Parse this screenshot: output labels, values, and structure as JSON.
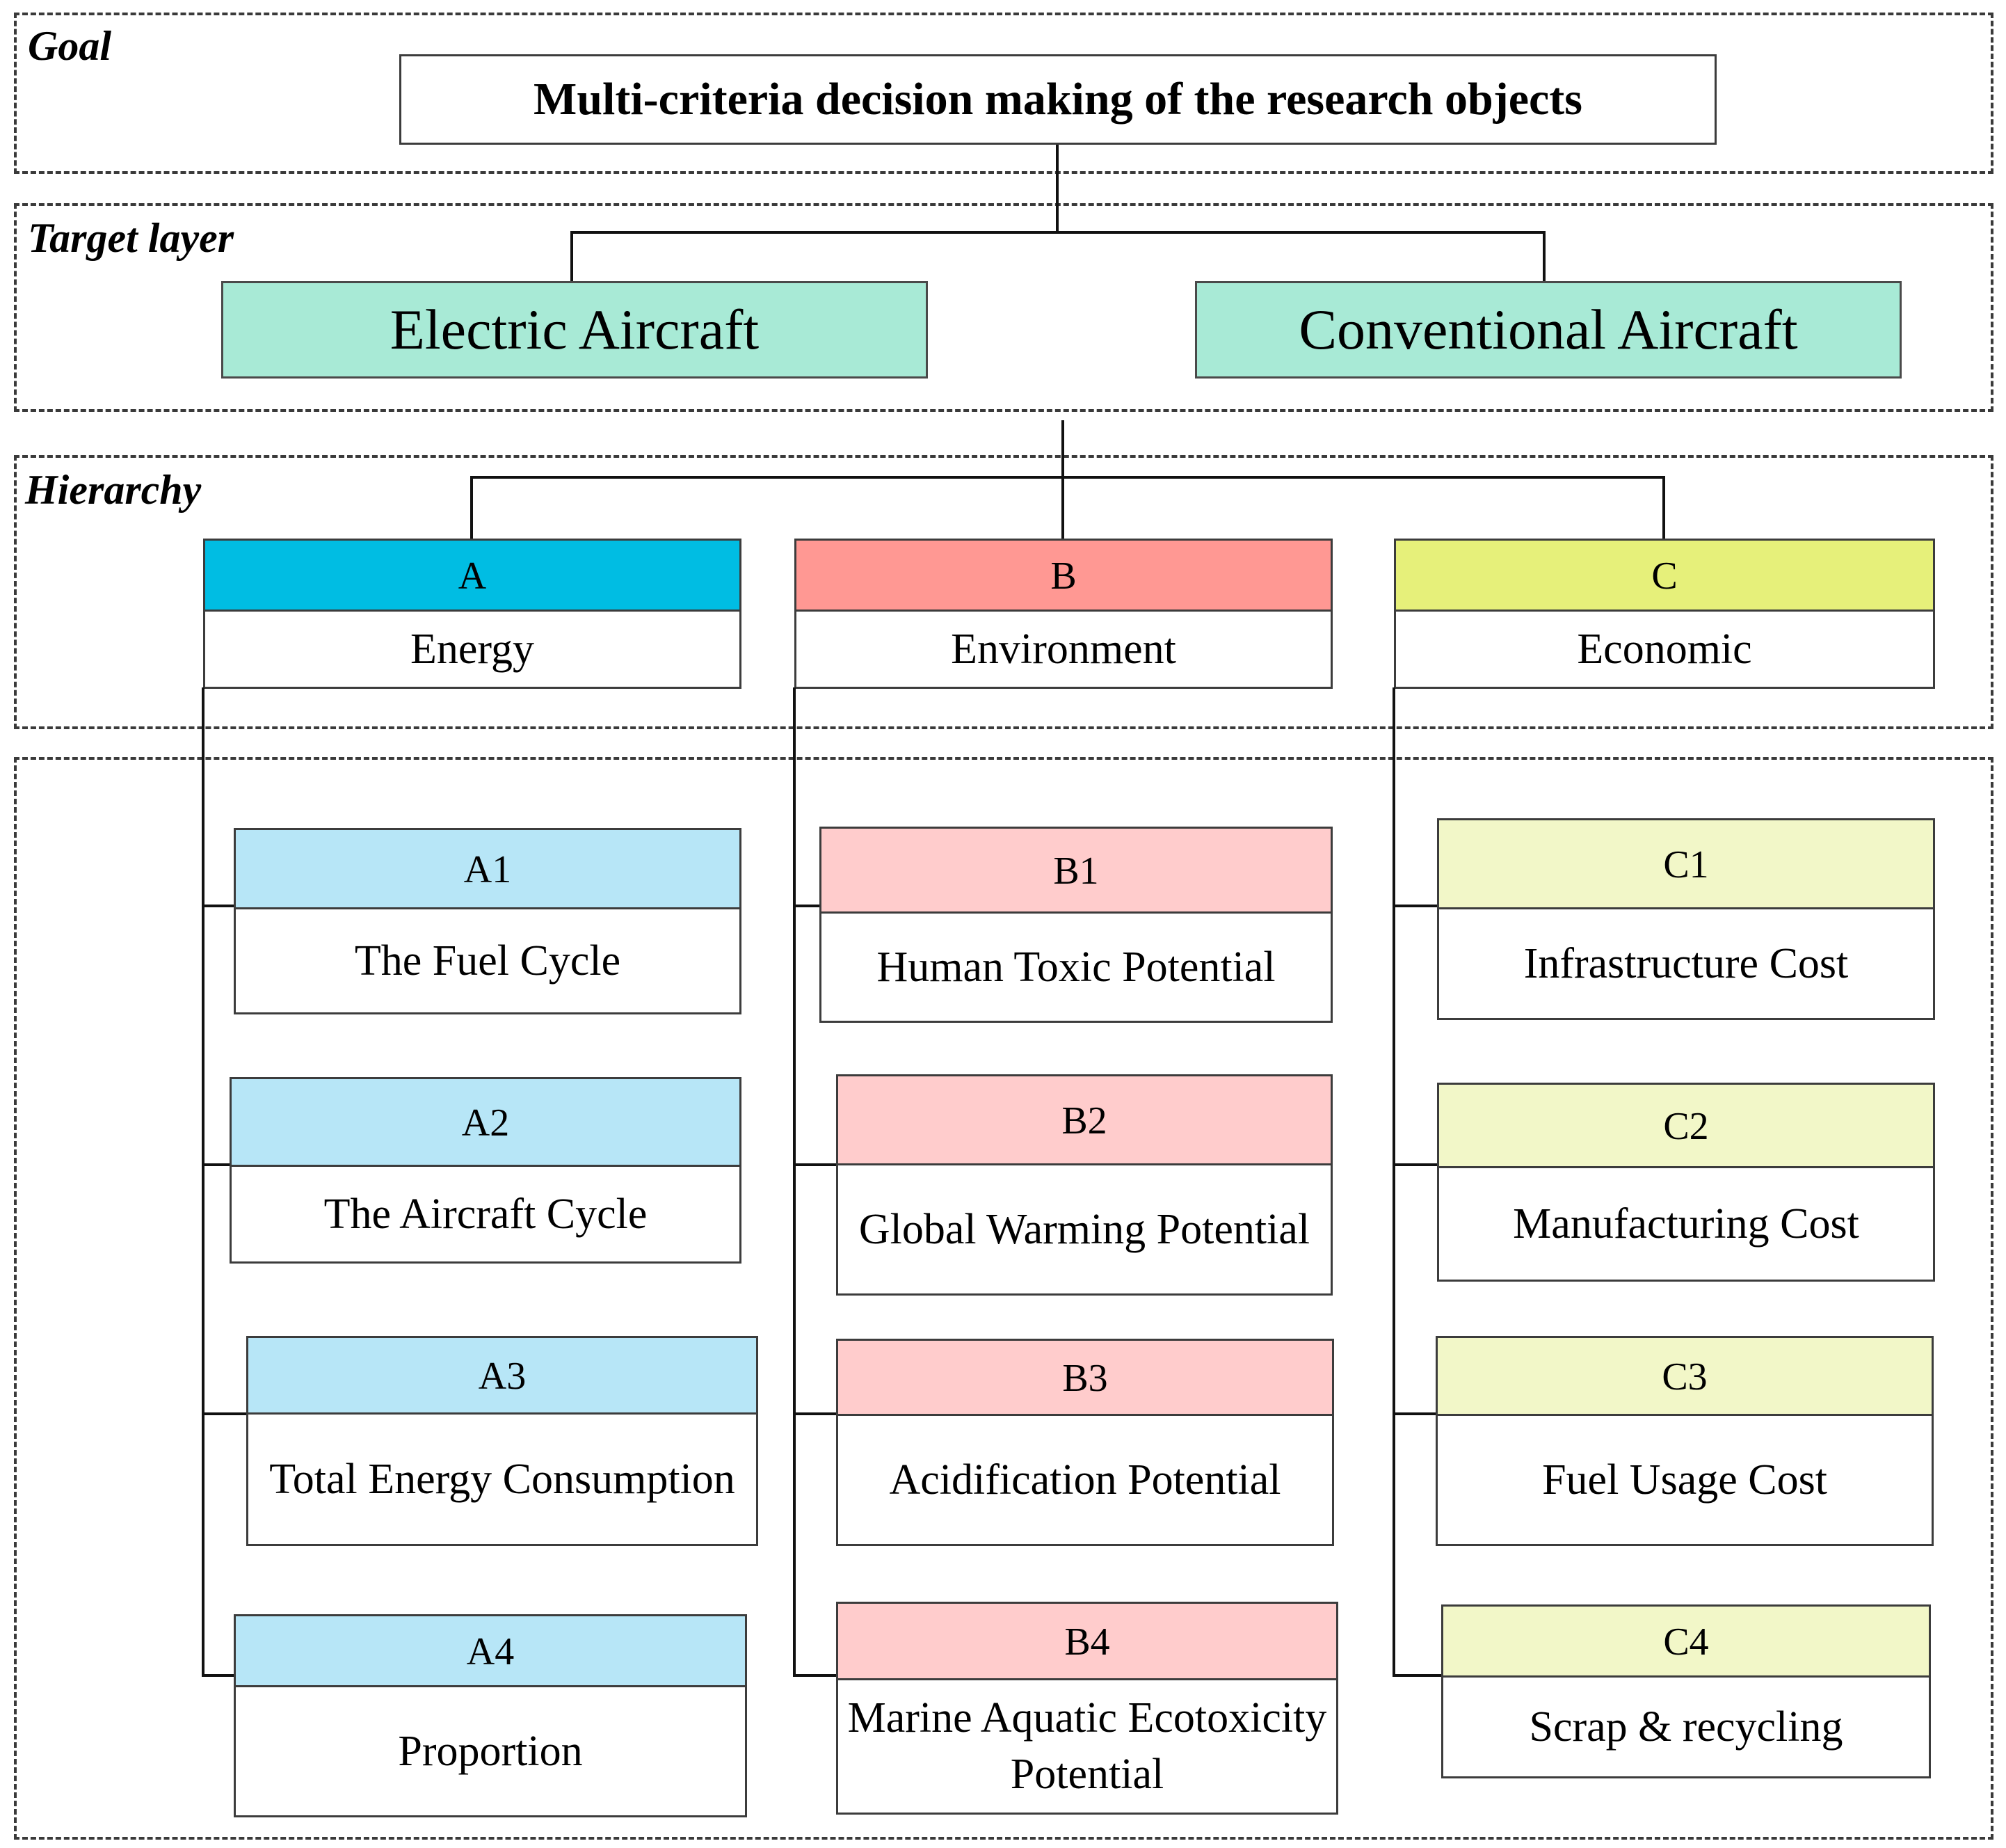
{
  "sections": {
    "goal": "Goal",
    "target": "Target layer",
    "hierarchy": "Hierarchy"
  },
  "goal": {
    "title": "Multi-criteria decision making of the research objects"
  },
  "targets": [
    "Electric Aircraft",
    "Conventional Aircraft"
  ],
  "criteria": [
    {
      "code": "A",
      "name": "Energy",
      "color": "#00bde3",
      "sub_color": "#b7e6f7",
      "subs": [
        {
          "code": "A1",
          "name": "The Fuel Cycle"
        },
        {
          "code": "A2",
          "name": "The Aircraft Cycle"
        },
        {
          "code": "A3",
          "name": "Total Energy Consumption"
        },
        {
          "code": "A4",
          "name": "Proportion"
        }
      ]
    },
    {
      "code": "B",
      "name": "Environment",
      "color": "#ff9893",
      "sub_color": "#ffcccc",
      "subs": [
        {
          "code": "B1",
          "name": "Human Toxic Potential"
        },
        {
          "code": "B2",
          "name": "Global Warming Potential"
        },
        {
          "code": "B3",
          "name": "Acidification Potential"
        },
        {
          "code": "B4",
          "name": "Marine Aquatic Ecotoxicity Potential"
        }
      ]
    },
    {
      "code": "C",
      "name": "Economic",
      "color": "#e6f07a",
      "sub_color": "#f2f7c8",
      "subs": [
        {
          "code": "C1",
          "name": "Infrastructure Cost"
        },
        {
          "code": "C2",
          "name": "Manufacturing Cost"
        },
        {
          "code": "C3",
          "name": "Fuel Usage Cost"
        },
        {
          "code": "C4",
          "name": "Scrap & recycling"
        }
      ]
    }
  ]
}
